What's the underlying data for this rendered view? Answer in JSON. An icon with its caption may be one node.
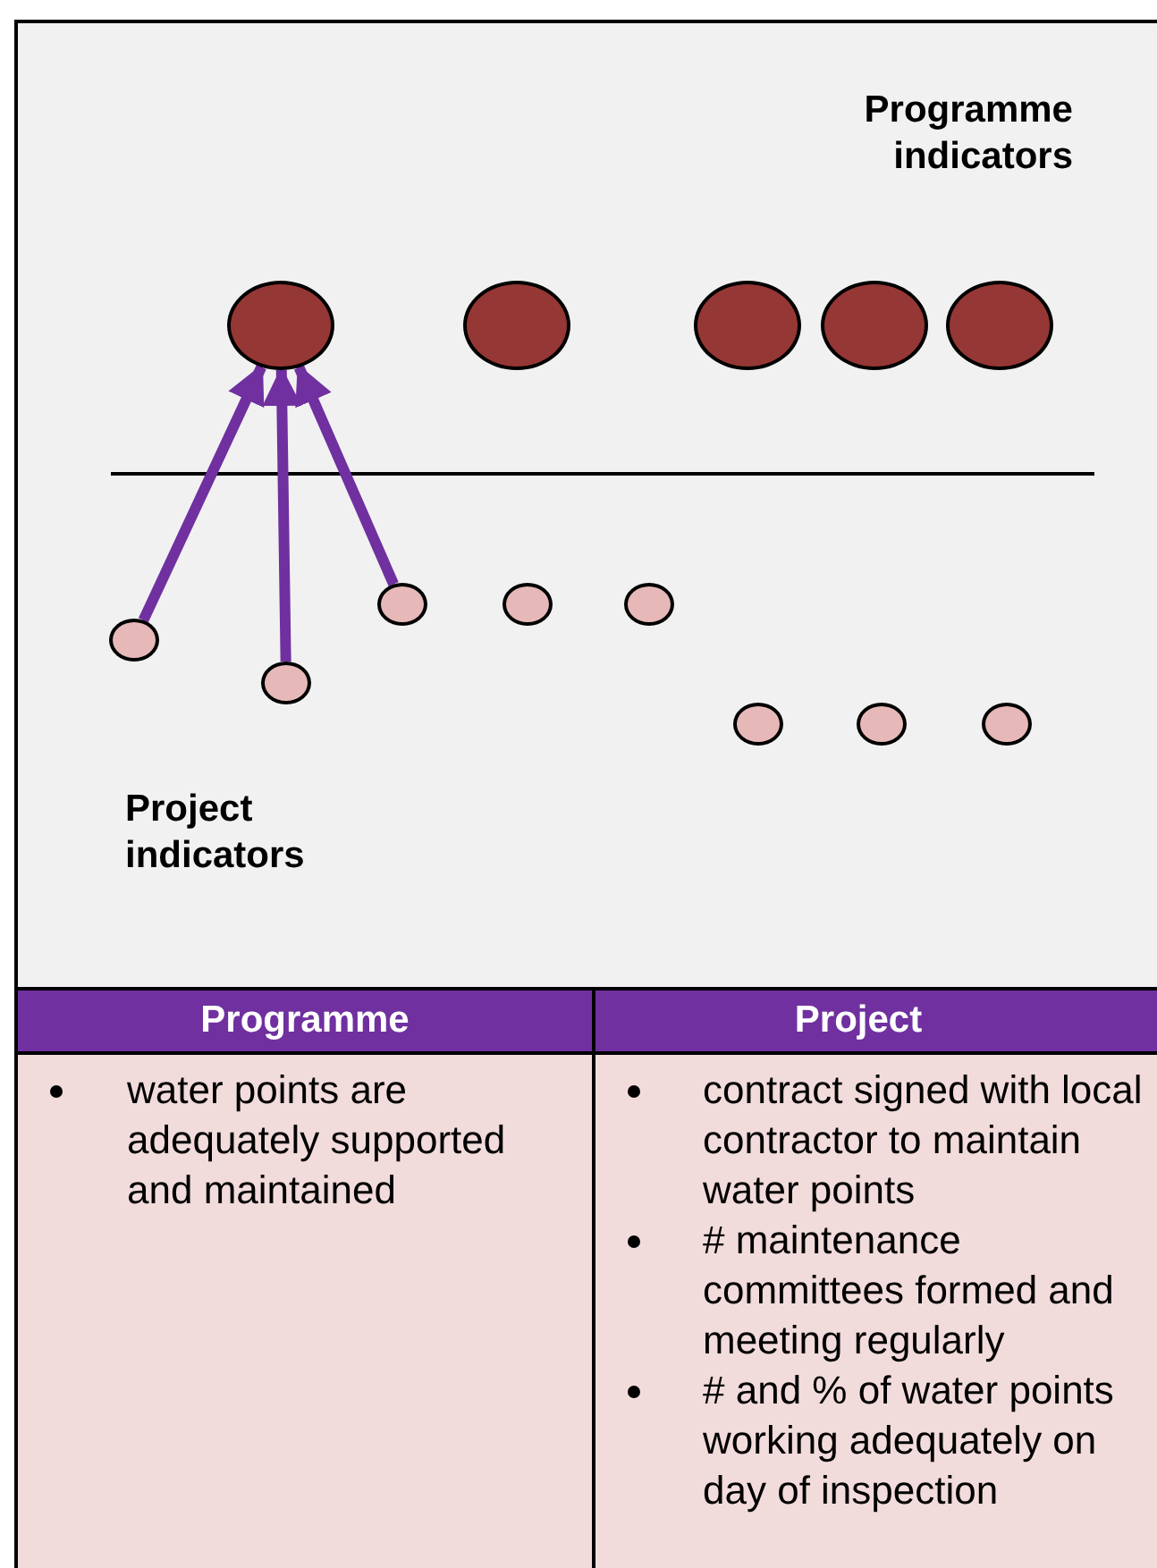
{
  "diagram": {
    "nodes": [
      {
        "text": [],
        "shape": "circle"
      },
      {
        "text": [],
        "shape": "circle"
      },
      {
        "text": [],
        "shape": "circle"
      },
      {
        "text": [],
        "shape": "circle"
      },
      {
        "text": [],
        "shape": "circle"
      },
      {
        "text": [],
        "shape": "circle"
      },
      {
        "text": [],
        "shape": "circle"
      },
      {
        "text": [],
        "shape": "circle"
      },
      {
        "text": [],
        "shape": "circle"
      },
      {
        "text": [],
        "shape": "circle"
      },
      {
        "text": [],
        "shape": "circle"
      },
      {
        "text": [],
        "shape": "circle"
      },
      {
        "text": [],
        "shape": "circle"
      }
    ],
    "edges": [
      {
        "from": 5,
        "to": 0,
        "arrow": "to"
      },
      {
        "from": 6,
        "to": 0,
        "arrow": "to"
      },
      {
        "from": 7,
        "to": 0,
        "arrow": "to"
      }
    ],
    "labels": [
      "Programme indicators",
      "Project indicators",
      "Programme",
      "Project",
      "water points are adequately supported and maintained",
      "contract signed with local contractor to maintain water points",
      "# maintenance committees formed and meeting regularly",
      "# and % of water points working adequately on day of inspection"
    ]
  }
}
